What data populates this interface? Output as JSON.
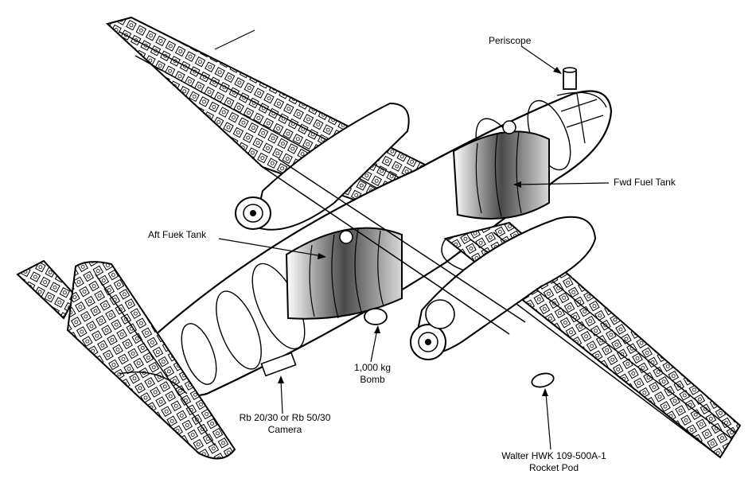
{
  "labels": {
    "periscope": "Periscope",
    "fwd_fuel_tank": "Fwd Fuel Tank",
    "aft_fuel_tank": "Aft Fuek Tank",
    "bomb_line1": "1,000 kg",
    "bomb_line2": "Bomb",
    "camera_line1": "Rb 20/30 or Rb 50/30",
    "camera_line2": "Camera",
    "rocket_line1": "Walter HWK 109-500A-1",
    "rocket_line2": "Rocket Pod"
  },
  "colors": {
    "ink": "#000000",
    "paper": "#ffffff",
    "tank_shade": "#6a6a6a"
  }
}
